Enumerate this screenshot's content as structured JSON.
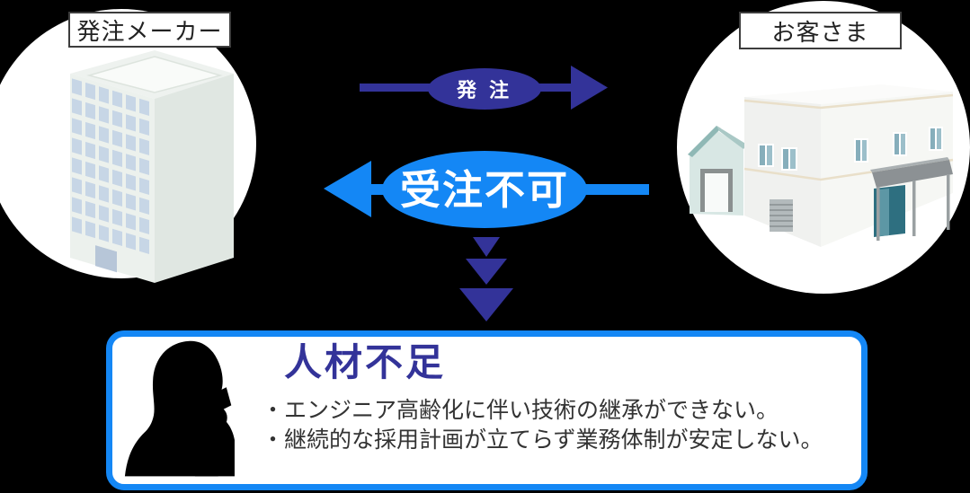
{
  "diagram": {
    "background_color": "#000000",
    "colors": {
      "indigo": "#333399",
      "bright_blue": "#1487f5",
      "label_border": "#3d3d3d",
      "body_text": "#333333",
      "white": "#ffffff"
    },
    "entities": {
      "left": {
        "label": "発注メーカー",
        "icon": "office-building-icon"
      },
      "right": {
        "label": "お客さま",
        "icon": "factory-building-icon"
      }
    },
    "arrows": {
      "order": {
        "label": "発 注",
        "direction": "left-to-right",
        "color": "#333399"
      },
      "decline": {
        "label": "受注不可",
        "direction": "right-to-left",
        "color": "#1487f5"
      },
      "consequence": {
        "icon": "triple-chevron-down-icon",
        "color": "#333399"
      }
    },
    "result_box": {
      "icon": "thinking-person-icon",
      "title": "人材不足",
      "bullet1": "・エンジニア高齢化に伴い技術の継承ができない。",
      "bullet2": "・継続的な採用計画が立てらず業務体制が安定しない。",
      "border_color": "#1487f5",
      "title_color": "#333399"
    }
  }
}
